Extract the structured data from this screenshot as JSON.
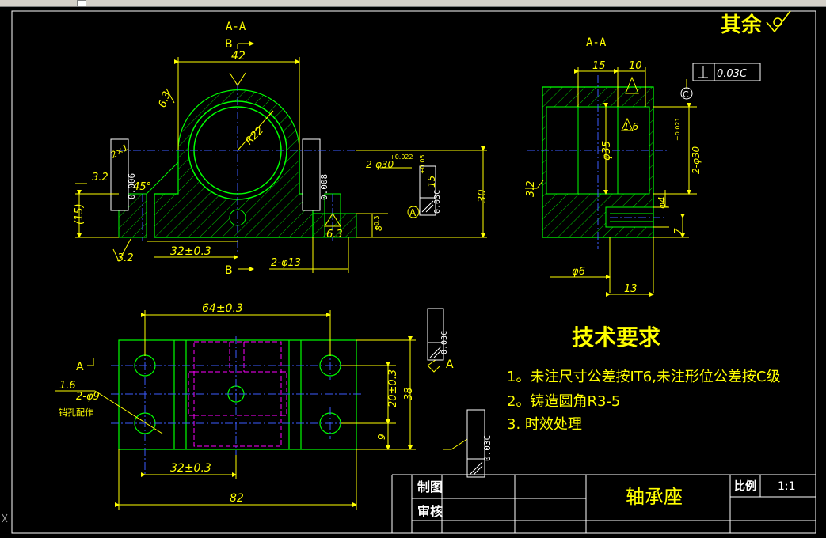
{
  "title_note": {
    "text": "其余",
    "roughness_symbol": "roughness-check-icon"
  },
  "view1": {
    "section_label": "A-A",
    "label_b_top": "B",
    "label_b_bottom": "B",
    "dims": {
      "width_42": "42",
      "radius": "R22",
      "rough_63": "6.3",
      "rough_32_left": "3.2",
      "rough_32_bottom": "3.2",
      "dim_2x1": "2×1",
      "angle": "45°",
      "height_15": "(15)",
      "hole_30": "2-φ30",
      "hole_30_tol": "+0.022",
      "dim_15": "15",
      "dim_15_tol": "+0.05",
      "height_30": "30",
      "dim_32": "32±0.3",
      "hole_13": "2-φ13",
      "rough_63_right": "6.3",
      "dim_8": "8",
      "dim_8_tol": "+0.3",
      "datum": "A",
      "tol_left": "0.006",
      "tol_right": "0.008",
      "tol_parallel": "0.03C"
    }
  },
  "view2": {
    "section_label": "A-A",
    "dims": {
      "w15": "15",
      "w10": "10",
      "perp_tol": "0.03C",
      "datum_c": "C",
      "rough_16": "1.6",
      "dia_35": "φ35",
      "dia_30": "2-φ30",
      "dia_30_tol": "+0.021",
      "rough_32": "3.2",
      "dia_4": "φ4",
      "dim_7": "7",
      "dia_6": "φ6",
      "dim_13": "13"
    }
  },
  "view3": {
    "label_a_left": "A",
    "label_a_right": "A",
    "dims": {
      "width_64": "64±0.3",
      "rough_16": "1.6",
      "holes_9": "2-φ9",
      "note_holes": "销孔配作",
      "dim_20": "20±0.3",
      "dim_38": "38",
      "dim_9": "9",
      "dim_32": "32±0.3",
      "dim_82": "82",
      "tol_top": "0.03C",
      "tol_bottom": "0.03C"
    }
  },
  "tech_requirements": {
    "title": "技术要求",
    "items": [
      "1。未注尺寸公差按IT6,未注形位公差按C级",
      "2。铸造圆角R3-5",
      "3. 时效处理"
    ]
  },
  "title_block": {
    "drawn_label": "制图",
    "checked_label": "审核",
    "part_name": "轴承座",
    "scale_label": "比例",
    "scale_value": "1:1"
  },
  "colors": {
    "outline": "#00ff00",
    "dimension": "#ffff00",
    "hatch": "#00ff00",
    "centerline": "#0000ff",
    "hidden": "#ff00ff",
    "frame": "#ffffff"
  }
}
